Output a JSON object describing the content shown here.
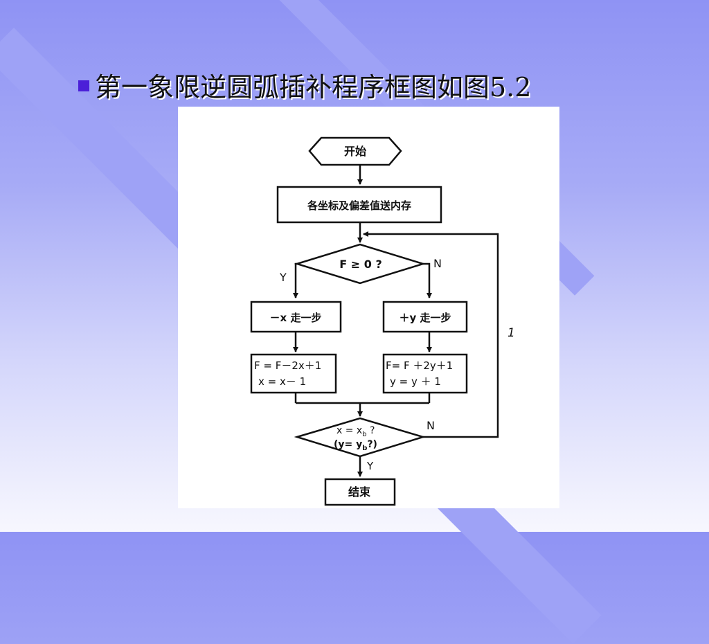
{
  "slide": {
    "title": "第一象限逆圆弧插补程序框图如图5.2"
  },
  "flowchart": {
    "start": "开始",
    "store": "各坐标及偏差值送内存",
    "decision1": "F ≥ 0 ?",
    "decision1_yes": "Y",
    "decision1_no": "N",
    "step_left": "－x 走一步",
    "step_right": "＋y 走一步",
    "calc_left_1": "F = F－2x＋1",
    "calc_left_2": "x = x－ 1",
    "calc_right_1": "F= F ＋2y＋1",
    "calc_right_2": "y = y ＋ 1",
    "decision2_line1": "x = x",
    "decision2_sub1": "b",
    "decision2_q1": " ?",
    "decision2_line2": "(y= y",
    "decision2_sub2": "b",
    "decision2_q2": "?)",
    "decision2_no": "N",
    "decision2_yes": "Y",
    "loop_mark": "1",
    "end": "结束"
  },
  "colors": {
    "accent_bullet": "#4b1fd8",
    "background_top": "#8f93f4",
    "background_bottom": "#f7f7fe"
  }
}
